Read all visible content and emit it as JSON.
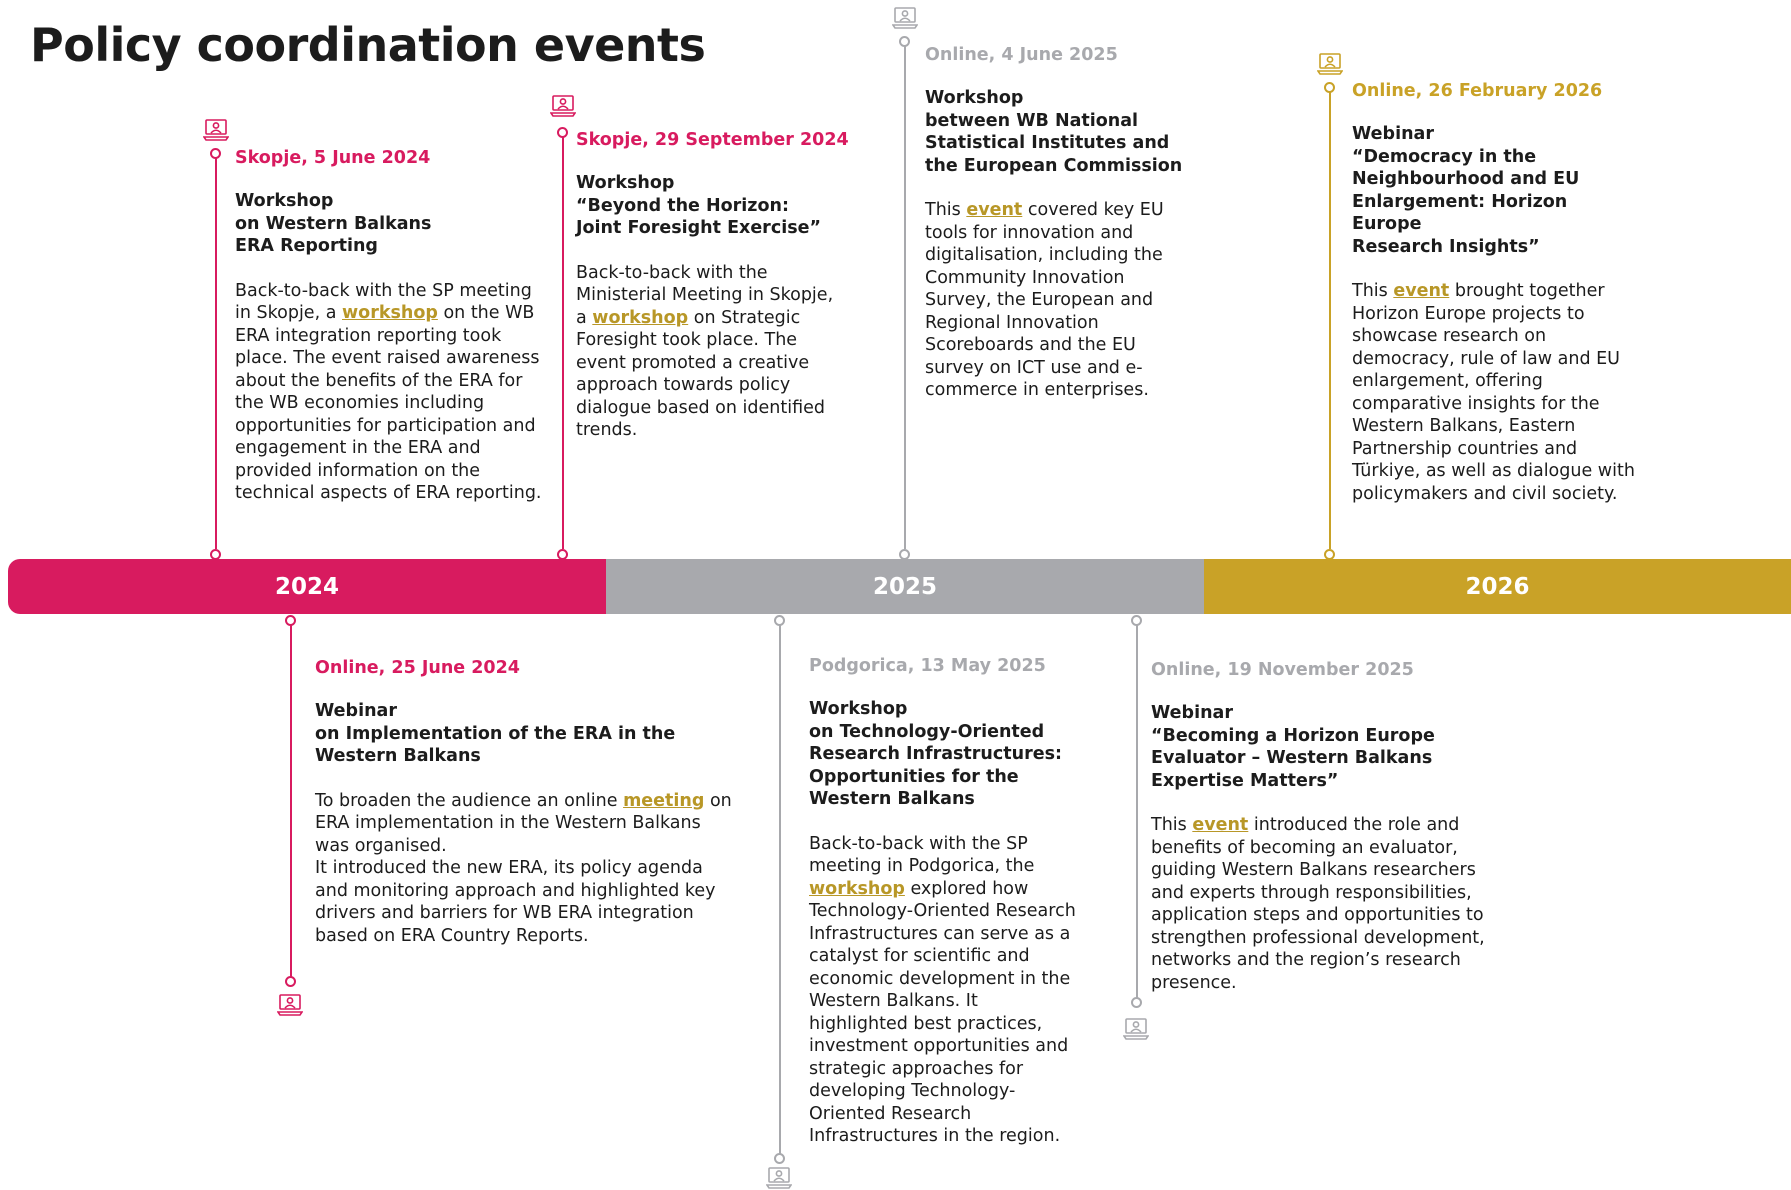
{
  "page": {
    "title": "Policy coordination events"
  },
  "colors": {
    "c2024": "#d81b5f",
    "c2025": "#a8a9ad",
    "c2026": "#c9a227",
    "link": "#b89727",
    "text": "#1c1c1c"
  },
  "timeline": {
    "years": [
      {
        "label": "2024",
        "color": "#d81b5f"
      },
      {
        "label": "2025",
        "color": "#a8a9ad"
      },
      {
        "label": "2026",
        "color": "#c9a227"
      }
    ]
  },
  "events": [
    {
      "date": "Skopje, 5 June 2024",
      "title": "Workshop\non Western Balkans\n ERA Reporting",
      "pre": "Back-to-back with the SP meeting in Skopje, a ",
      "link": "workshop",
      "post": " on the WB ERA integration reporting took place. The event raised awareness about the benefits of the ERA for the WB economies including opportunities for participation and engagement in the ERA and provided information on the technical aspects of ERA reporting.",
      "icon": "laptop-user-icon"
    },
    {
      "date": "Skopje, 29 September 2024",
      "title": "Workshop\n “Beyond the Horizon:\nJoint Foresight Exercise”",
      "pre": "Back-to-back with the Ministerial Meeting in Skopje, a ",
      "link": "workshop",
      "post": " on Strategic Foresight took place. The event promoted a creative approach towards policy dialogue based on identified trends.",
      "icon": "laptop-user-icon"
    },
    {
      "date": "Online, 4 June 2025",
      "title": "Workshop\nbetween WB National\nStatistical Institutes and\nthe European Commission",
      "pre": "This ",
      "link": "event",
      "post": " covered key EU tools for innovation and digitalisation, including the Community Innovation Survey, the European and Regional Innovation Scoreboards and the EU survey on ICT use and e-commerce in enterprises.",
      "icon": "laptop-user-icon"
    },
    {
      "date": "Online, 26 February 2026",
      "title": "Webinar\n“Democracy in the\nNeighbourhood and EU\nEnlargement: Horizon Europe\nResearch Insights”",
      "pre": "This ",
      "link": "event",
      "post": " brought  together Horizon Europe projects to showcase research on democracy, rule of law and EU enlargement, offering comparative insights for the Western Balkans, Eastern Partnership countries and Türkiye, as well as dialogue with policymakers and civil society.",
      "icon": "laptop-user-icon"
    },
    {
      "date": "Online, 25 June 2024",
      "title": "Webinar\non Implementation of the ERA in the\nWestern Balkans",
      "pre": "To broaden the audience an online ",
      "link": "meeting",
      "post": " on ERA implementation in the Western Balkans was organised.\nIt introduced the new ERA, its policy agenda and monitoring approach and highlighted key drivers and barriers for WB ERA integration based on ERA Country Reports.",
      "icon": "laptop-user-icon"
    },
    {
      "date": "Podgorica, 13 May 2025",
      "title": "Workshop\non Technology-Oriented\nResearch Infrastructures:\nOpportunities for the\nWestern Balkans",
      "pre": "Back-to-back with the SP meeting in Podgorica,  the ",
      "link": "workshop",
      "post": " explored how Technology-Oriented Research Infrastructures can serve as a catalyst for scientific and economic development in the Western Balkans. It highlighted best practices, investment opportunities and strategic approaches for developing Technology-Oriented Research Infrastructures in the region.",
      "icon": "laptop-user-icon"
    },
    {
      "date": "Online, 19 November 2025",
      "title": "Webinar\n“Becoming a Horizon Europe\nEvaluator – Western Balkans\nExpertise Matters”",
      "pre": "This ",
      "link": "event",
      "post": " introduced the role and benefits of becoming an evaluator, guiding Western Balkans researchers and experts through responsibilities, application steps and opportunities to strengthen professional development, networks and the region’s research presence.",
      "icon": "laptop-user-icon"
    }
  ]
}
